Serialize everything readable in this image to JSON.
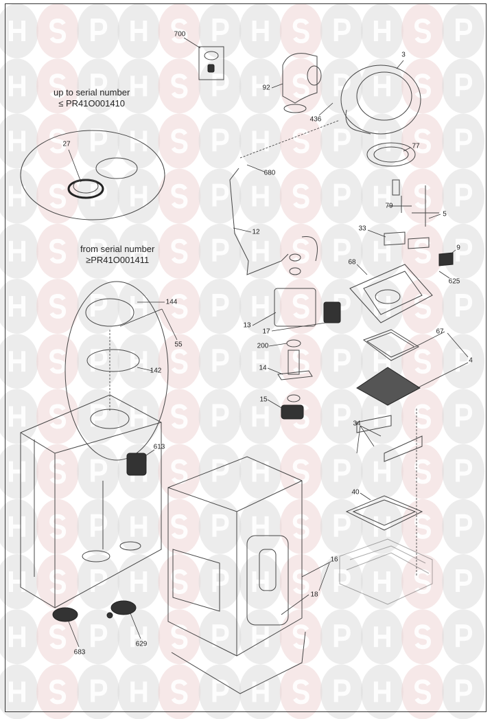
{
  "watermark": {
    "letters": [
      "H",
      "S",
      "P"
    ],
    "circle_color": "#dcdcdc",
    "accent_color": "#efd6d6"
  },
  "notes": {
    "upto_line1": "up to serial number",
    "upto_line2": "≤ PR41O001410",
    "from_line1": "from serial number",
    "from_line2": "≥PR41O001411"
  },
  "labels": {
    "p700": "700",
    "p3": "3",
    "p92": "92",
    "p436": "436",
    "p77": "77",
    "p680": "680",
    "p12": "12",
    "p79": "79",
    "p5": "5",
    "p33": "33",
    "p9": "9",
    "p68": "68",
    "p625": "625",
    "p27": "27",
    "p144": "144",
    "p55": "55",
    "p142": "142",
    "p13": "13",
    "p17": "17",
    "p200": "200",
    "p14": "14",
    "p15": "15",
    "p67": "67",
    "p4": "4",
    "p34": "34",
    "p613": "613",
    "p40": "40",
    "p16": "16",
    "p18": "18",
    "p683": "683",
    "p629": "629"
  }
}
